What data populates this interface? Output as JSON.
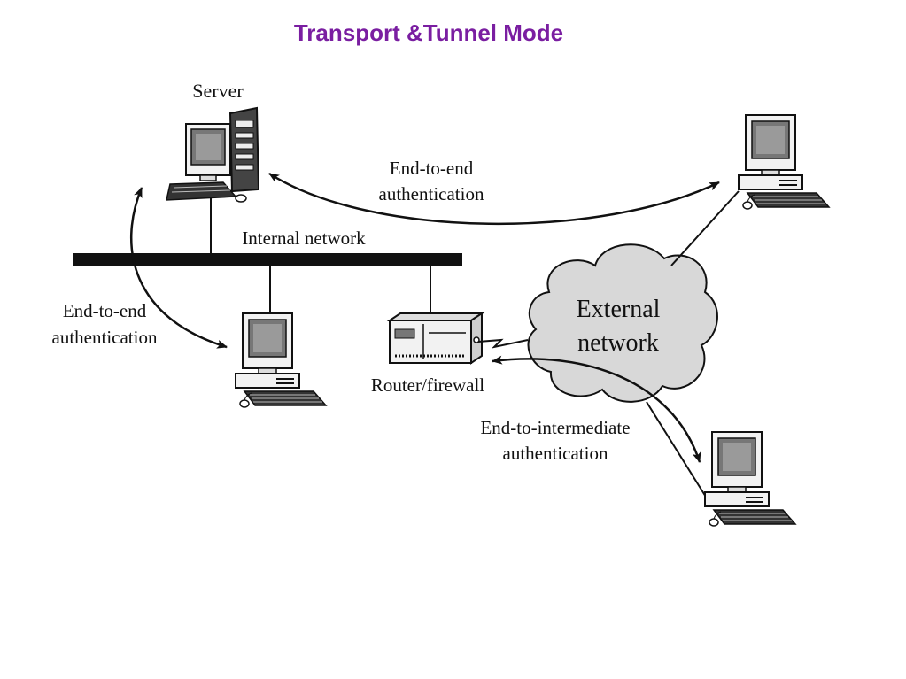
{
  "title": "Transport &Tunnel Mode",
  "colors": {
    "title": "#7a1ea1",
    "ink": "#111111",
    "cloud_fill": "#d8d8d8",
    "screen": "#777777",
    "device_body": "#f2f2f2"
  },
  "labels": {
    "server": "Server",
    "internal_network": "Internal network",
    "external_network_line1": "External",
    "external_network_line2": "network",
    "router_firewall": "Router/firewall",
    "e2e_top_line1": "End-to-end",
    "e2e_top_line2": "authentication",
    "e2e_left_line1": "End-to-end",
    "e2e_left_line2": "authentication",
    "e2i_line1": "End-to-intermediate",
    "e2i_line2": "authentication"
  },
  "icons": [
    "server-icon",
    "workstation-icon",
    "router-firewall-icon",
    "cloud-icon",
    "arrow-icon"
  ]
}
